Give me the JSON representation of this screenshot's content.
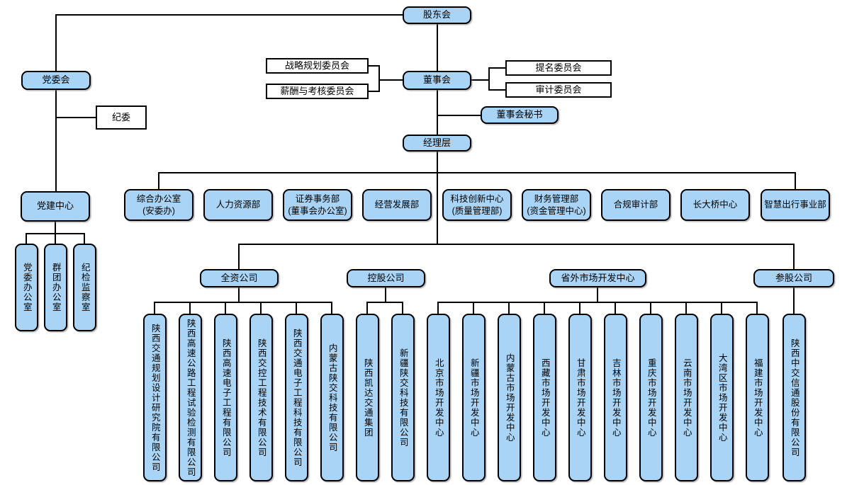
{
  "org": {
    "shareholders": "股东会",
    "party_committee": "党委会",
    "discipline_committee": "纪委",
    "party_building_center": "党建中心",
    "party_offices": [
      {
        "label": "党委办公室"
      },
      {
        "label": "群团办公室"
      },
      {
        "label": "纪检监察室"
      }
    ],
    "board": "董事会",
    "board_left_committees": [
      {
        "label": "战略规划委员会"
      },
      {
        "label": "薪酬与考核委员会"
      }
    ],
    "board_right_committees": [
      {
        "label": "提名委员会"
      },
      {
        "label": "审计委员会"
      }
    ],
    "board_secretary": "董事会秘书",
    "management": "经理层",
    "departments": [
      {
        "line1": "综合办公室",
        "line2": "(安委办)"
      },
      {
        "line1": "人力资源部",
        "line2": ""
      },
      {
        "line1": "证券事务部",
        "line2": "(董事会办公室)"
      },
      {
        "line1": "经营发展部",
        "line2": ""
      },
      {
        "line1": "科技创新中心",
        "line2": "(质量管理部)"
      },
      {
        "line1": "财务管理部",
        "line2": "(资金管理中心)"
      },
      {
        "line1": "合规审计部",
        "line2": ""
      },
      {
        "line1": "长大桥中心",
        "line2": ""
      },
      {
        "line1": "智慧出行事业部",
        "line2": ""
      }
    ],
    "groups": [
      {
        "label": "全资公司",
        "children": [
          {
            "label": "陕西交通规划设计研究院有限公司"
          },
          {
            "label": "陕西高速公路工程试验检测有限公司"
          },
          {
            "label": "陕西高速电子工程有限公司"
          },
          {
            "label": "陕西交控工程技术有限公司"
          },
          {
            "label": "陕西交通电子工程科技有限公司"
          },
          {
            "label": "内蒙古陕交科技有限公司"
          }
        ]
      },
      {
        "label": "控股公司",
        "children": [
          {
            "label": "陕西凯达交通集团"
          },
          {
            "label": "新疆陕交科技有限公司"
          }
        ]
      },
      {
        "label": "省外市场开发中心",
        "children": [
          {
            "label": "北京市场开发中心"
          },
          {
            "label": "新疆市场开发中心"
          },
          {
            "label": "内蒙古市场开发中心"
          },
          {
            "label": "西藏市场开发中心"
          },
          {
            "label": "甘肃市场开发中心"
          },
          {
            "label": "吉林市场开发中心"
          },
          {
            "label": "重庆市场开发中心"
          },
          {
            "label": "云南市场开发中心"
          },
          {
            "label": "大湾区市场开发中心"
          },
          {
            "label": "福建市场开发中心"
          }
        ]
      },
      {
        "label": "参股公司",
        "children": [
          {
            "label": "陕西中交信通股份有限公司"
          }
        ]
      }
    ]
  },
  "colors": {
    "node_fill": "#A9D4F5",
    "node_border": "#000000",
    "connector": "#000000",
    "plain_fill": "#FFFFFF"
  }
}
